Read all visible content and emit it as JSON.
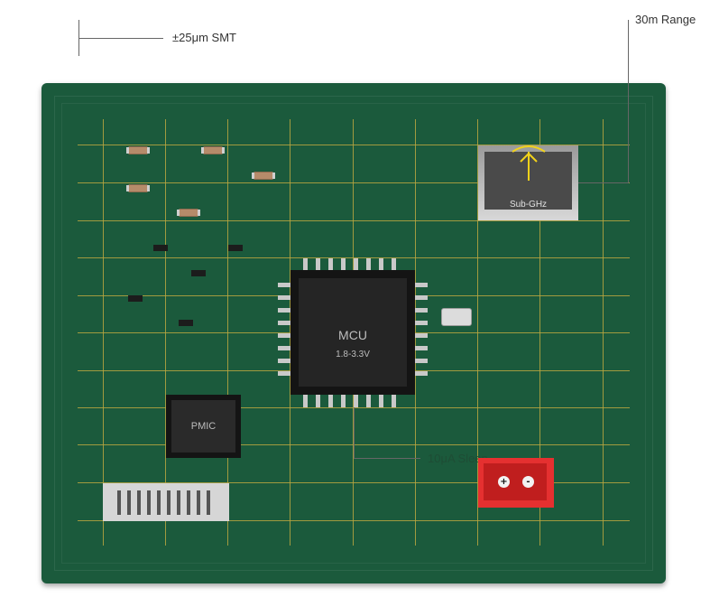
{
  "annotations": {
    "tolerance": "±25μm SMT",
    "range": "30m Range",
    "sleep": "10μA Sleep"
  },
  "components": {
    "mcu_label": "MCU",
    "mcu_voltage": "1.8-3.3V",
    "pmic_label": "PMIC",
    "rf_label": "Sub-GHz",
    "connector_plus": "+",
    "connector_minus": "-"
  },
  "colors": {
    "board": "#1b5a3c",
    "trace": "#b8a640",
    "antenna": "#f2d21a",
    "connector": "#e53030"
  },
  "icons": {
    "antenna": "antenna-icon"
  }
}
